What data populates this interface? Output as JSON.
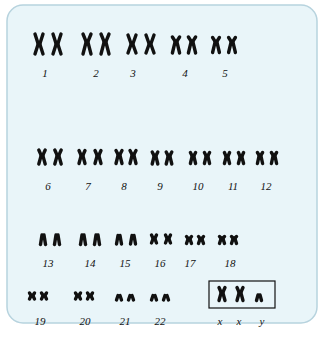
{
  "diagram": {
    "labels": [
      "1",
      "2",
      "3",
      "4",
      "5",
      "6",
      "7",
      "8",
      "9",
      "10",
      "11",
      "12",
      "13",
      "14",
      "15",
      "16",
      "17",
      "18",
      "19",
      "20",
      "21",
      "22",
      "x",
      "x",
      "y"
    ]
  }
}
